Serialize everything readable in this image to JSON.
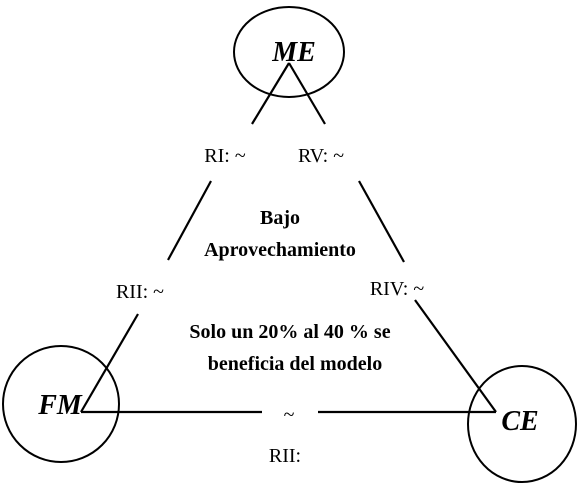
{
  "nodes": {
    "top": {
      "label": "ME"
    },
    "left": {
      "label": "FM"
    },
    "right": {
      "label": "CE"
    }
  },
  "relations": {
    "ri": "RI: ~",
    "rv": "RV: ~",
    "rii_left": "RII: ~",
    "riv": "RIV: ~",
    "bottom_tilde": "~",
    "rii_bottom": "RII:"
  },
  "center": {
    "line1": "Bajo",
    "line2": "Aprovechamiento",
    "line3": "Solo un 20% al 40 % se",
    "line4": "beneficia del modelo"
  }
}
